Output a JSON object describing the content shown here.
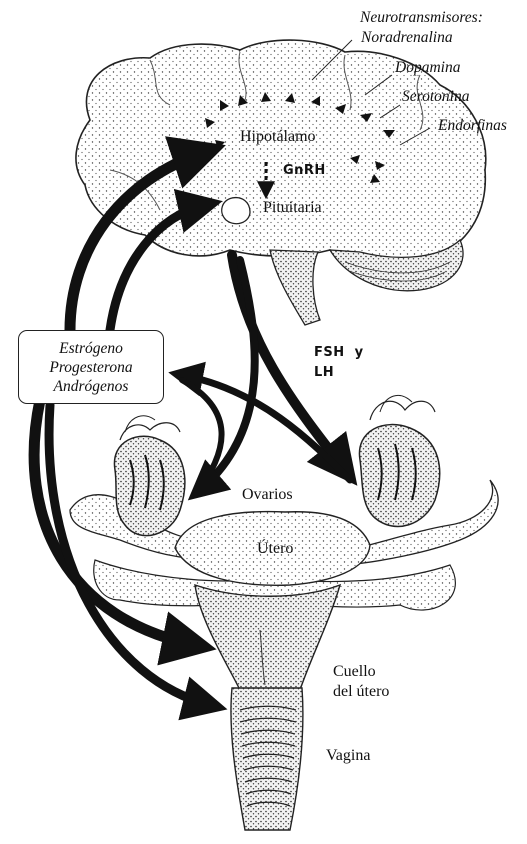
{
  "neurotransmitters": {
    "heading": "Neurotransmisores:",
    "items": [
      "Noradrenalina",
      "Dopamina",
      "Serotonina",
      "Endorfinas"
    ]
  },
  "brain": {
    "hypothalamus": "Hipotálamo",
    "gnrh": "GnRH",
    "pituitary": "Pituitaria"
  },
  "hormones_box": [
    "Estrógeno",
    "Progesterona",
    "Andrógenos"
  ],
  "gonadotropins": [
    "FSH  y",
    "LH"
  ],
  "reproductive": {
    "ovaries": "Ovarios",
    "uterus": "Útero",
    "cervix": [
      "Cuello",
      "del útero"
    ],
    "vagina": "Vagina"
  }
}
